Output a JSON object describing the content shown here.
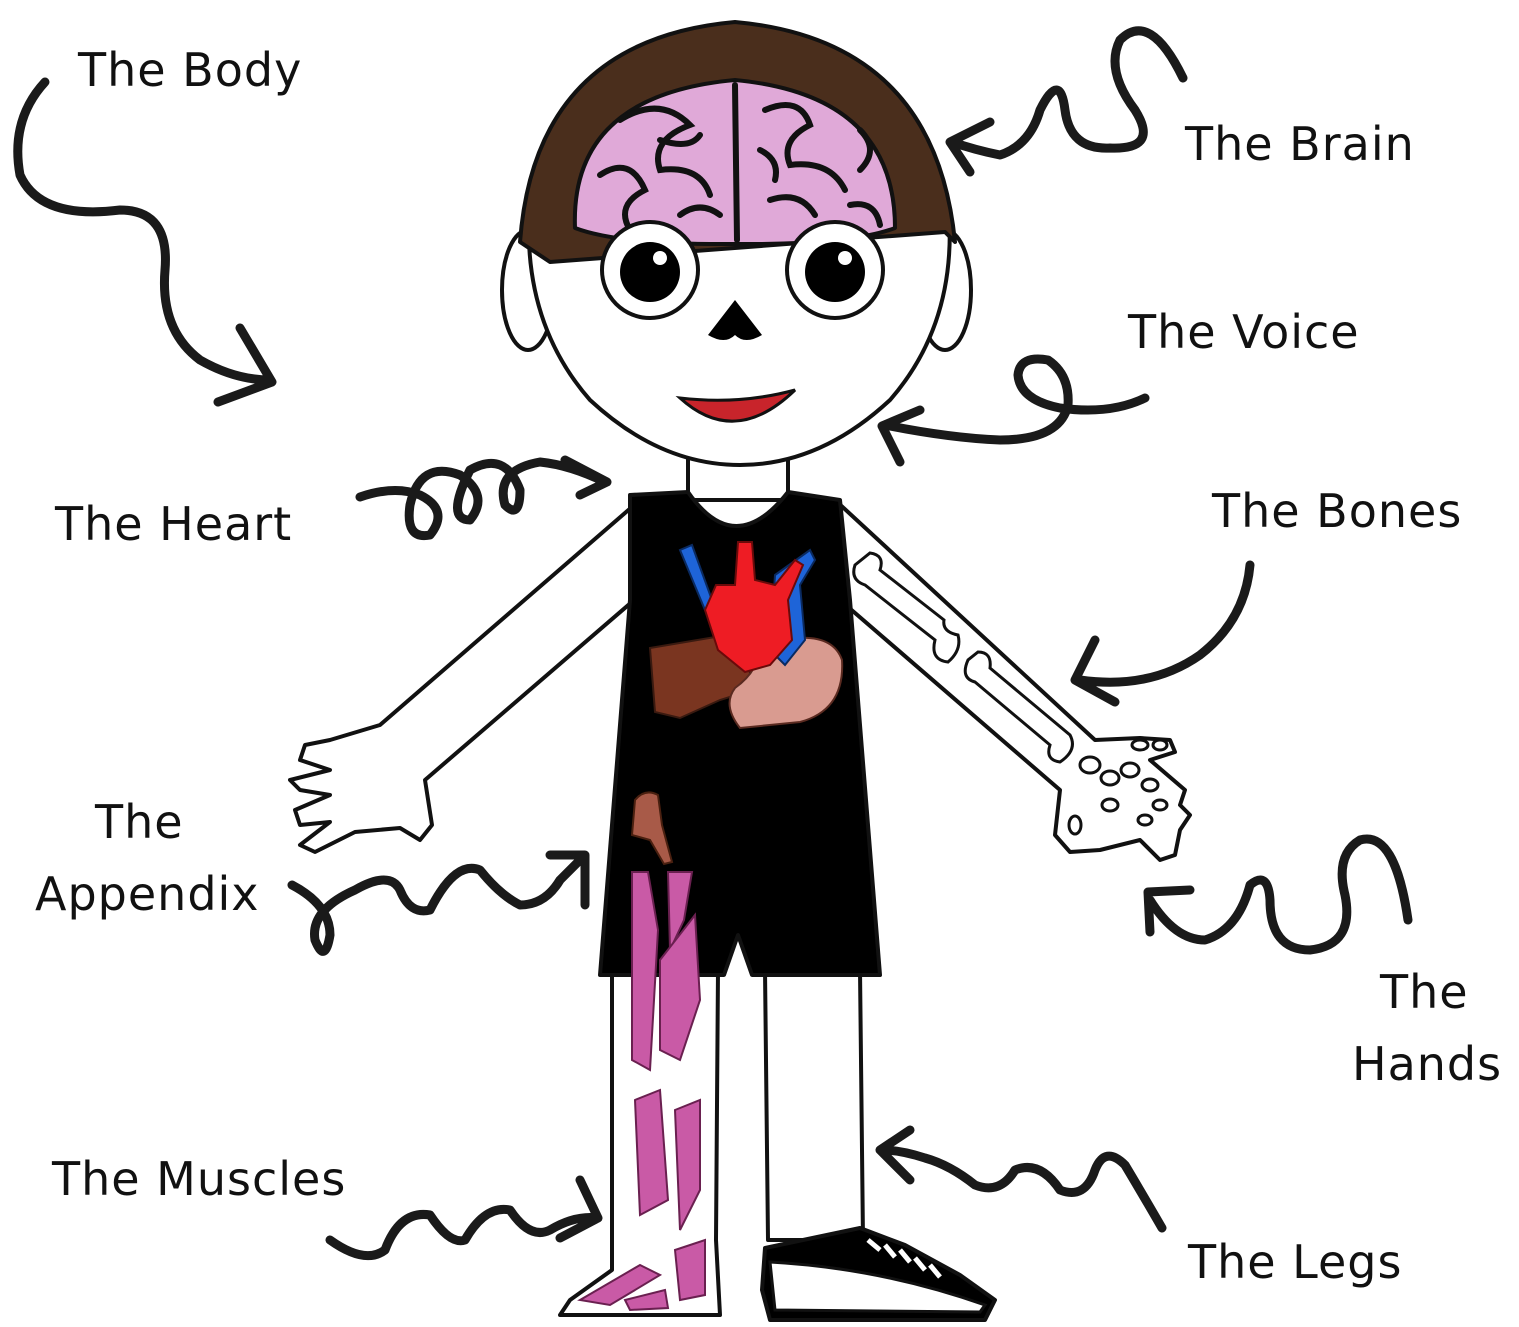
{
  "labels": {
    "body": "The Body",
    "brain": "The Brain",
    "voice": "The Voice",
    "heart": "The Heart",
    "bones": "The Bones",
    "appendix_line1": "The",
    "appendix_line2": "Appendix",
    "hands_line1": "The",
    "hands_line2": "Hands",
    "muscles": "The Muscles",
    "legs": "The Legs"
  },
  "colors": {
    "ink": "#111111",
    "hair": "#4a2e1c",
    "brain": "#e0a9d8",
    "heart": "#ee1c24",
    "vein": "#1e64d8",
    "liver": "#7a3520",
    "stomach": "#d99b90",
    "appendix": "#a85a48",
    "muscle": "#c95aa6",
    "mouth": "#c8242b",
    "bone": "#ffffff",
    "clothes": "#000000"
  },
  "icons": [
    "arrow-icon"
  ]
}
